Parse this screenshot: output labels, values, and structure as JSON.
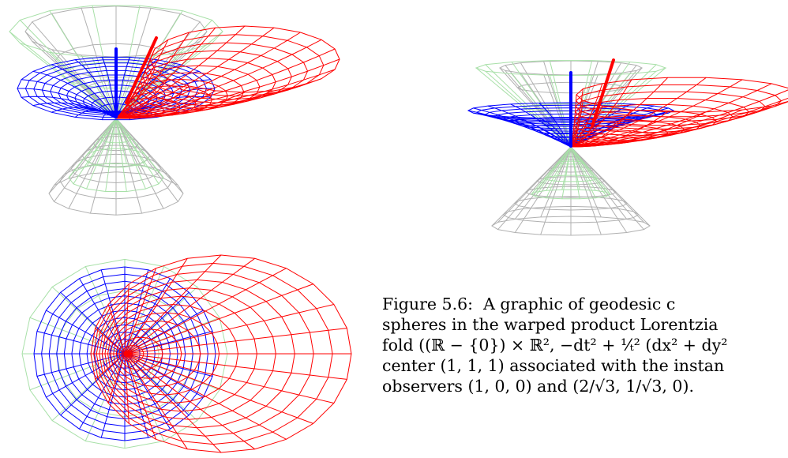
{
  "figure": {
    "caption_label": "Figure 5.6:",
    "caption_lines": [
      "A graphic of geodesic c",
      "spheres in the warped product Lorentzia",
      "fold ((ℝ − {0}) × ℝ², −dt² + ¹⁄ₜ² (dx² + dy²",
      "center (1, 1, 1) associated with the instan",
      "observers (1, 0, 0) and (2/√3, 1/√3, 0)."
    ]
  },
  "colors": {
    "red": "#ff0000",
    "blue": "#0000ff",
    "grey": "#b0b0b0",
    "green": "#a8e0a8"
  }
}
